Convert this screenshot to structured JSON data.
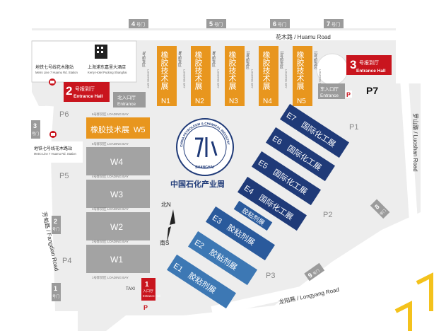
{
  "colors": {
    "orange": "#E8961E",
    "blue_dark": "#1F3A78",
    "blue_mid": "#2A5A9C",
    "blue_light": "#3D78B4",
    "gray_hall": "#A3A3A3",
    "gray_lot": "#EDEDED",
    "road": "#FFFFFF",
    "entrance_red": "#C9151E",
    "accent_yellow": "#F4C21C"
  },
  "gates": [
    {
      "num": "4",
      "unit": "号门",
      "key": "gate-4"
    },
    {
      "num": "5",
      "unit": "号门",
      "key": "gate-5"
    },
    {
      "num": "6",
      "unit": "号门",
      "key": "gate-6"
    },
    {
      "num": "7",
      "unit": "号门",
      "key": "gate-7"
    },
    {
      "num": "3",
      "unit": "号门",
      "key": "gate-3"
    },
    {
      "num": "2",
      "unit": "号门",
      "key": "gate-2"
    },
    {
      "num": "1",
      "unit": "号门",
      "key": "gate-1"
    },
    {
      "num": "8",
      "unit": "号门",
      "key": "gate-8"
    },
    {
      "num": "9",
      "unit": "号门",
      "key": "gate-9"
    }
  ],
  "roads": {
    "huamu": "花木路 / Huamu Road",
    "fangdian": "芳甸路 / Fangdian Road",
    "luoshan": "罗山路 / Luoshan Road",
    "longyang": "龙阳路 / Longyang Road"
  },
  "stations": {
    "metro_north_cn": "地铁七号线花木路站",
    "metro_north_en": "Metro Line 7 Huamu Rd. Station",
    "hotel_cn": "上海浦东嘉里大酒店",
    "hotel_en": "Kerry Hotel Pudong Shanghai",
    "metro_west_cn": "地铁七号线花木路站",
    "metro_west_en": "Metro Line 7 Huamu Rd. Station"
  },
  "entrances": {
    "hall2_num": "2",
    "hall2_cn": "号报到厅",
    "hall2_en": "Entrance Hall",
    "north_cn": "北入口厅",
    "north_en": "Entrance",
    "hall3_num": "3",
    "hall3_cn": "号报到厅",
    "hall3_en": "Entrance Hall",
    "east_cn": "东入口厅",
    "east_en": "Entrance",
    "hall1_num": "1",
    "hall1_cn": "入口厅",
    "hall1_en": "Entrance Hall",
    "taxi": "TAXI"
  },
  "parking": [
    {
      "key": "p6",
      "label": "P6"
    },
    {
      "key": "p5",
      "label": "P5"
    },
    {
      "key": "p4",
      "label": "P4"
    },
    {
      "key": "p7",
      "label": "P7"
    },
    {
      "key": "p1",
      "label": "P1"
    },
    {
      "key": "p2",
      "label": "P2"
    },
    {
      "key": "p3",
      "label": "P3"
    }
  ],
  "parking_sign": "P",
  "halls_north": [
    {
      "id": "N1",
      "name": "橡胶技术展",
      "bay_cn": "7号卸货区",
      "bay_en": "LOADING BAY"
    },
    {
      "id": "N2",
      "name": "橡胶技术展",
      "bay_cn": "8号卸货区",
      "bay_en": "LOADING BAY"
    },
    {
      "id": "N3",
      "name": "橡胶技术展",
      "bay_cn": "9号卸货区",
      "bay_en": "LOADING BAY"
    },
    {
      "id": "N4",
      "name": "橡胶技术展",
      "bay_cn": "10号卸货区",
      "bay_en": "LOADING BAY"
    },
    {
      "id": "N5",
      "name": "橡胶技术展",
      "bay_cn": "11号卸货区",
      "bay_en": "LOADING BAY"
    }
  ],
  "bay_12_cn": "12号卸货区",
  "bay_12_en": "LOADING BAY",
  "hall_w5": {
    "id": "W5",
    "name": "橡胶技术展",
    "bay": "6号卸货区 LOADING BAY"
  },
  "halls_west": [
    {
      "id": "W4",
      "bay": "5号卸货区 LOADING BAY"
    },
    {
      "id": "W3",
      "bay": "4号卸货区 LOADING BAY"
    },
    {
      "id": "W2",
      "bay": "3号卸货区 LOADING BAY"
    },
    {
      "id": "W1",
      "bay": "2号卸货区 LOADING BAY"
    }
  ],
  "bay_1": "1号卸货区 LOADING BAY",
  "halls_east": [
    {
      "id": "E7",
      "name": "国际化工展"
    },
    {
      "id": "E6",
      "name": "国际化工展"
    },
    {
      "id": "E5",
      "name": "国际化工展"
    },
    {
      "id": "E4",
      "name": "国际化工展"
    }
  ],
  "halls_east_adhesive": [
    {
      "id": "E4",
      "name": "胶粘剂展"
    },
    {
      "id": "E3",
      "name": "胶粘剂展"
    },
    {
      "id": "E2",
      "name": "胶粘剂展"
    },
    {
      "id": "E1",
      "name": "胶粘剂展"
    }
  ],
  "logo": {
    "ring_text": "CHINA PETROLEUM & CHEMICAL INDUSTRY WEEK",
    "bottom_text": "SHANGHAI",
    "name_cn": "中国石化产业周"
  },
  "compass": {
    "north": "北N",
    "south": "南S"
  }
}
